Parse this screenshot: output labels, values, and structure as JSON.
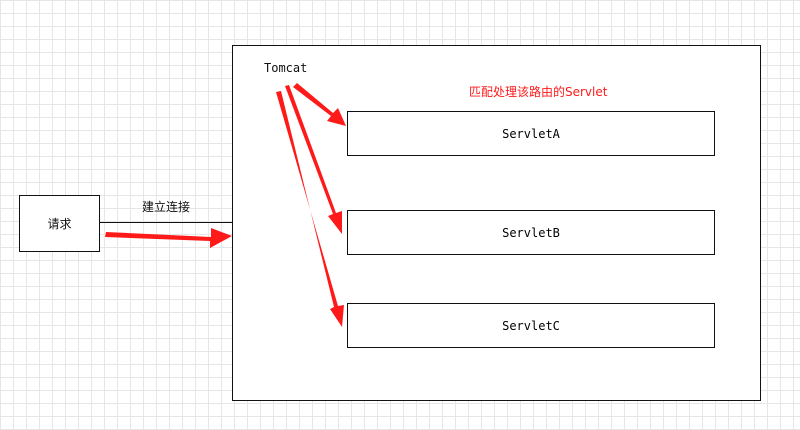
{
  "request": {
    "label": "请求"
  },
  "connection": {
    "label": "建立连接"
  },
  "tomcat": {
    "label": "Tomcat"
  },
  "annotation": {
    "label": "匹配处理该路由的Servlet",
    "color": "#ff1a1a"
  },
  "servlets": [
    {
      "label": "ServletA"
    },
    {
      "label": "ServletB"
    },
    {
      "label": "ServletC"
    }
  ],
  "colors": {
    "arrow": "#ff1a1a",
    "border": "#111111"
  }
}
